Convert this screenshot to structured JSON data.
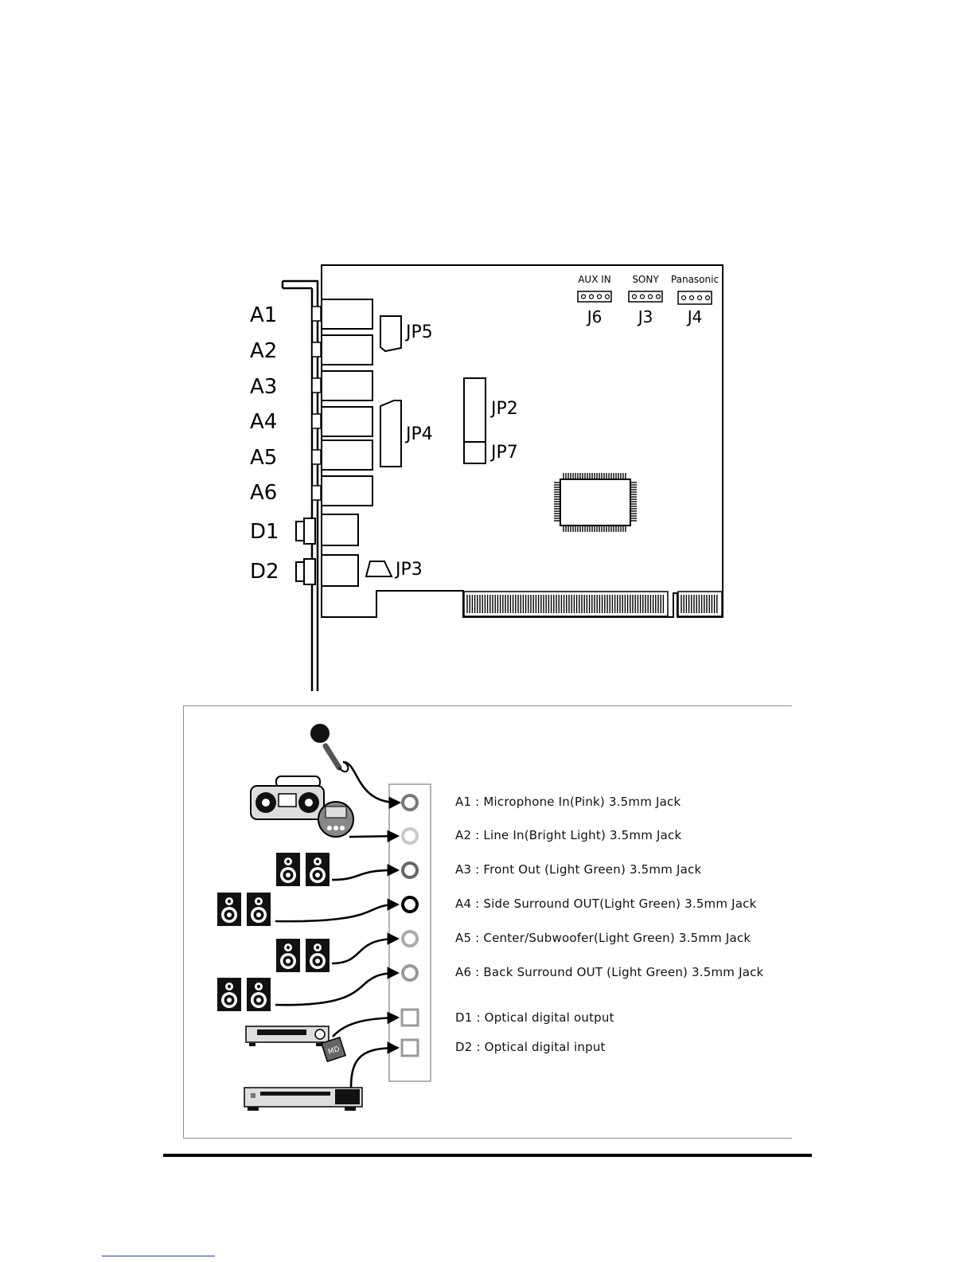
{
  "card": {
    "jack_labels": [
      "A1",
      "A2",
      "A3",
      "A4",
      "A5",
      "A6",
      "D1",
      "D2"
    ],
    "jumpers": {
      "jp5": "JP5",
      "jp4": "JP4",
      "jp2": "JP2",
      "jp7": "JP7",
      "jp3": "JP3"
    },
    "headers": [
      {
        "top": "AUX IN",
        "bottom": "J6"
      },
      {
        "top": "SONY",
        "bottom": "J3"
      },
      {
        "top": "Panasonic",
        "bottom": "J4"
      }
    ]
  },
  "legend": [
    "A1 : Microphone In(Pink) 3.5mm Jack",
    "A2 : Line In(Bright Light) 3.5mm Jack",
    "A3 : Front Out (Light Green) 3.5mm Jack",
    "A4 : Side Surround OUT(Light Green) 3.5mm Jack",
    "A5 : Center/Subwoofer(Light Green) 3.5mm Jack",
    "A6 : Back Surround OUT (Light Green) 3.5mm Jack",
    "D1 :  Optical digital output",
    "D2 :  Optical digital input"
  ],
  "icons": {
    "microphone": "microphone-icon",
    "boombox": "boombox-icon",
    "cd_player": "cd-player-icon",
    "speaker": "speaker-icon",
    "minidisc_recorder": "minidisc-recorder-icon",
    "minidisc": "minidisc-icon",
    "amplifier": "amplifier-icon"
  },
  "minidisc_label": "MD"
}
